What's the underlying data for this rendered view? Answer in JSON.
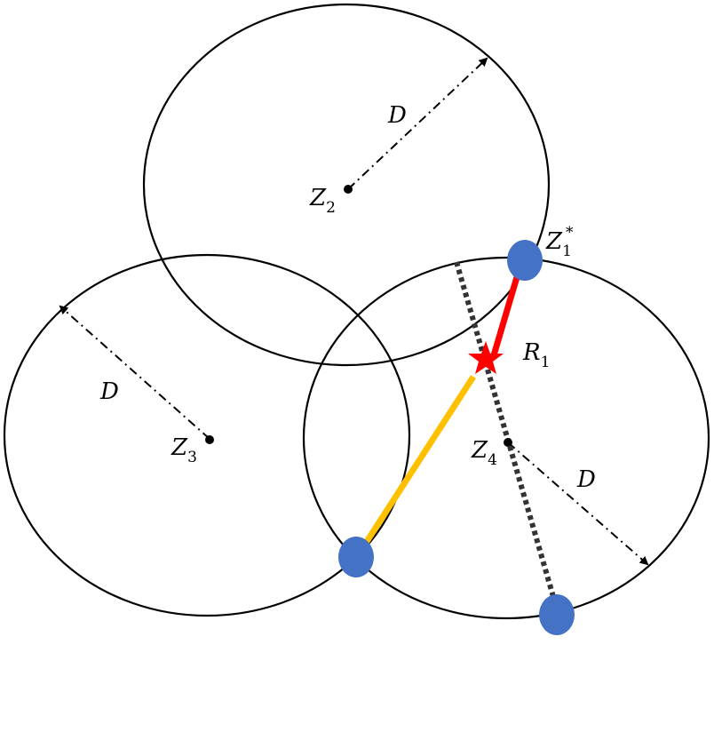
{
  "labels": {
    "z2": {
      "main": "Z",
      "sub": "2"
    },
    "z3": {
      "main": "Z",
      "sub": "3"
    },
    "z4": {
      "main": "Z",
      "sub": "4"
    },
    "z1star": {
      "main": "Z",
      "sub": "1",
      "sup": "*"
    },
    "r1": {
      "main": "R",
      "sub": "1"
    },
    "d_top": "D",
    "d_left": "D",
    "d_right": "D"
  },
  "colors": {
    "circle_stroke": "#000000",
    "red_segment": "#ff0000",
    "yellow_segment": "#ffc000",
    "dotted_line": "#333333",
    "blue_nodes": "#4472c4",
    "star": "#ff0000"
  }
}
